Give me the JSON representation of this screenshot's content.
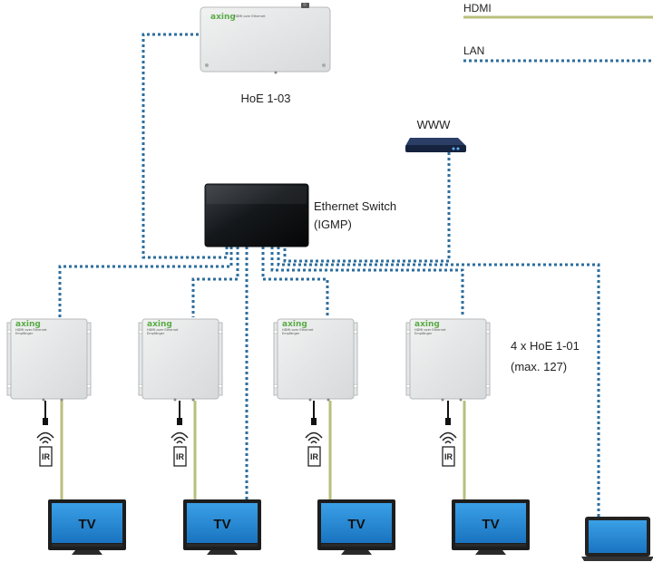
{
  "legend": {
    "hdmi_label": "HDMI",
    "lan_label": "LAN",
    "colors": {
      "hdmi": "#b8bf7c",
      "lan": "#2e6e9e"
    }
  },
  "encoder": {
    "label": "HoE 1-03",
    "logo": "axing",
    "subtext": "HDMI over Ethernet"
  },
  "www": {
    "label": "WWW"
  },
  "switch": {
    "label_line1": "Ethernet Switch",
    "label_line2": "(IGMP)"
  },
  "receivers": {
    "logo": "axing",
    "subtext": "HDMI over Ethernet",
    "subtext2": "Empfänger",
    "label_line1": "4 x HoE 1-01",
    "label_line2": "(max. 127)"
  },
  "ir_label": "IR",
  "tv_label": "TV",
  "icons": {
    "encoder": "encoder-box-icon",
    "router": "router-icon",
    "switch": "ethernet-switch-icon",
    "receiver": "receiver-box-icon",
    "ir": "ir-receiver-icon",
    "tv": "tv-icon",
    "laptop": "laptop-icon"
  }
}
